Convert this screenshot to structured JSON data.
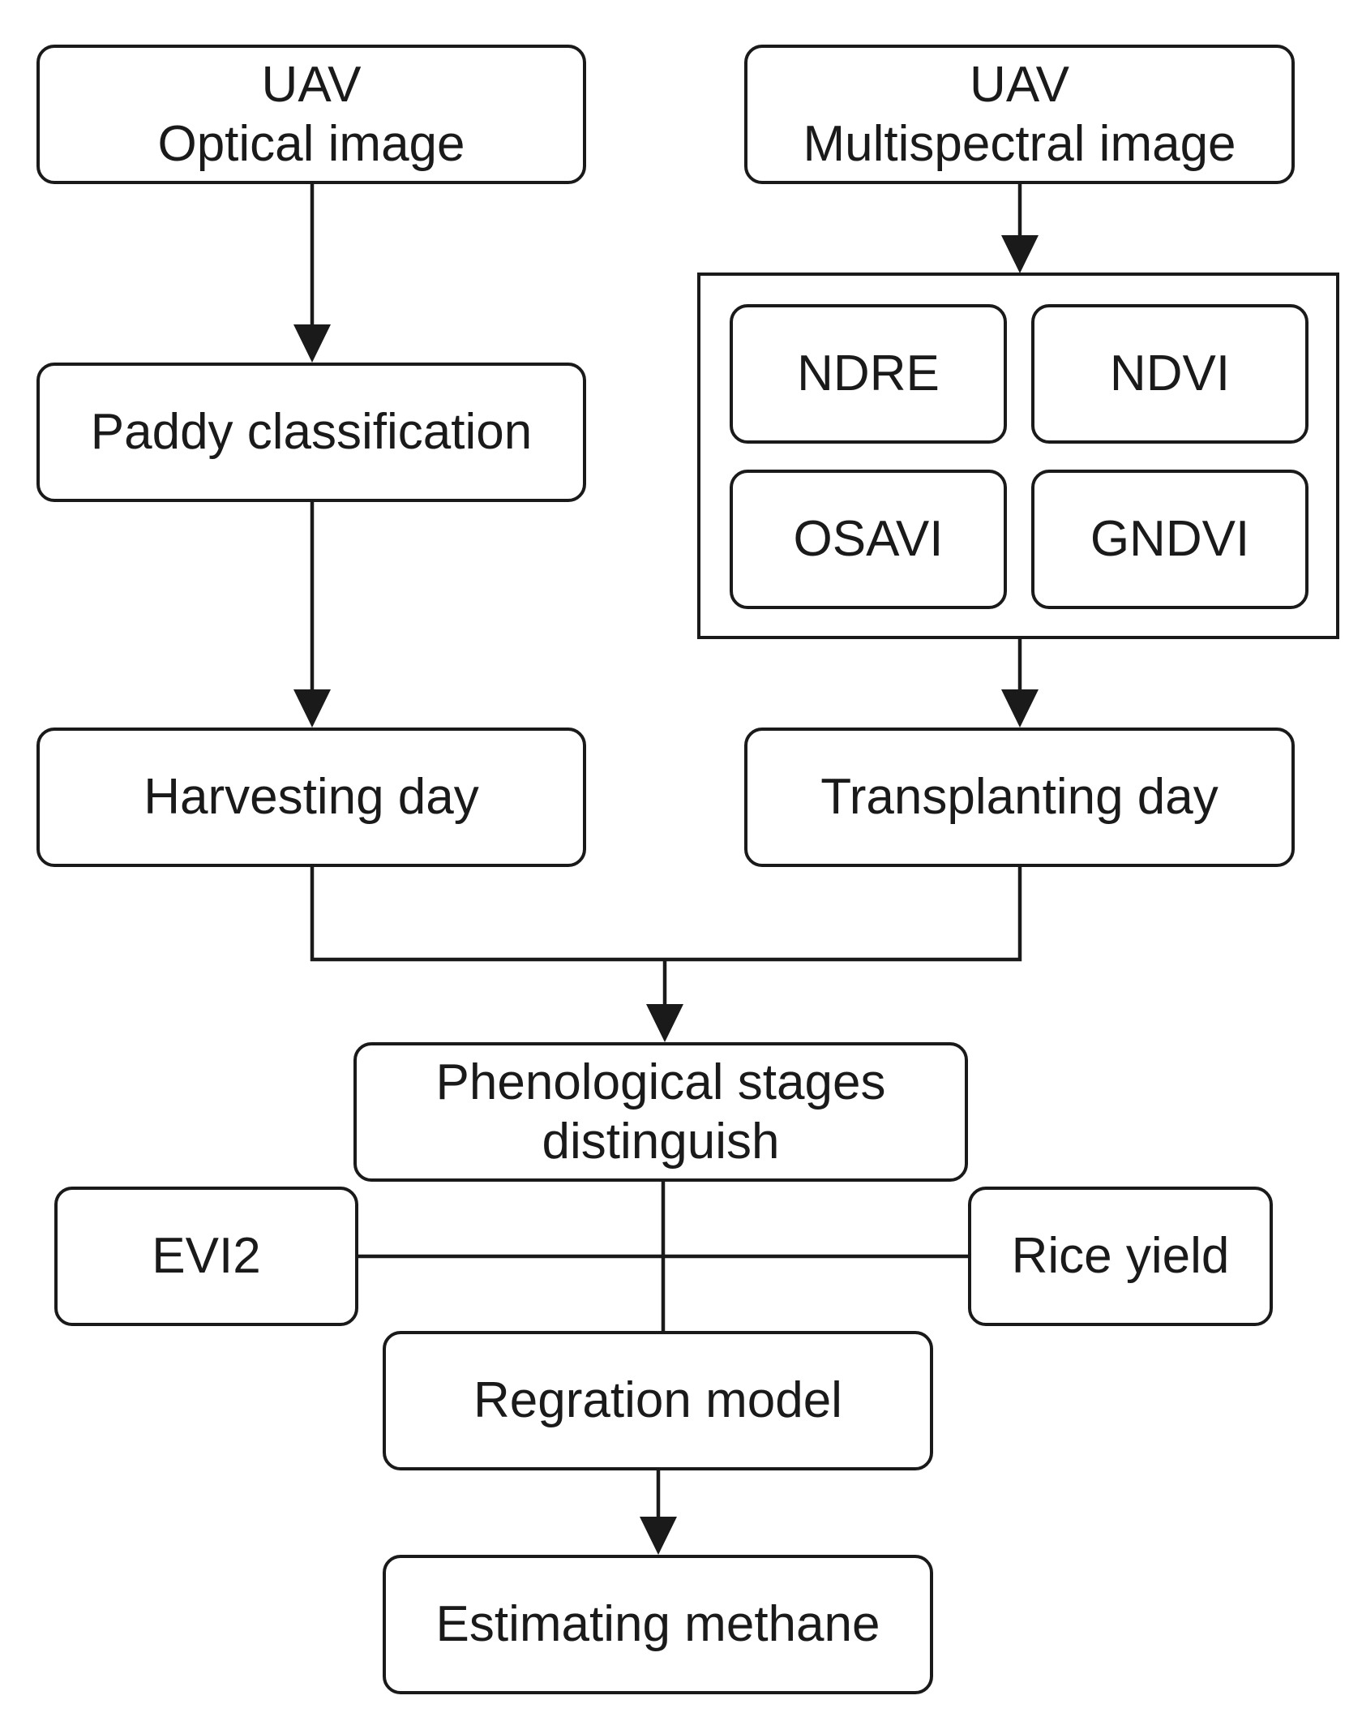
{
  "colors": {
    "stroke": "#1a1a1a",
    "background": "#ffffff"
  },
  "nodes": {
    "uav_optical": {
      "line1": "UAV",
      "line2": "Optical image"
    },
    "uav_multispectral": {
      "line1": "UAV",
      "line2": "Multispectral image"
    },
    "paddy_classification": {
      "label": "Paddy classification"
    },
    "indices": {
      "ndre": "NDRE",
      "ndvi": "NDVI",
      "osavi": "OSAVI",
      "gndvi": "GNDVI"
    },
    "harvesting_day": {
      "label": "Harvesting day"
    },
    "transplanting_day": {
      "label": "Transplanting day"
    },
    "phenological_stages": {
      "line1": "Phenological stages",
      "line2": "distinguish"
    },
    "evi2": {
      "label": "EVI2"
    },
    "rice_yield": {
      "label": "Rice yield"
    },
    "regression_model": {
      "label": "Regration model"
    },
    "estimating_methane": {
      "label": "Estimating methane"
    }
  }
}
